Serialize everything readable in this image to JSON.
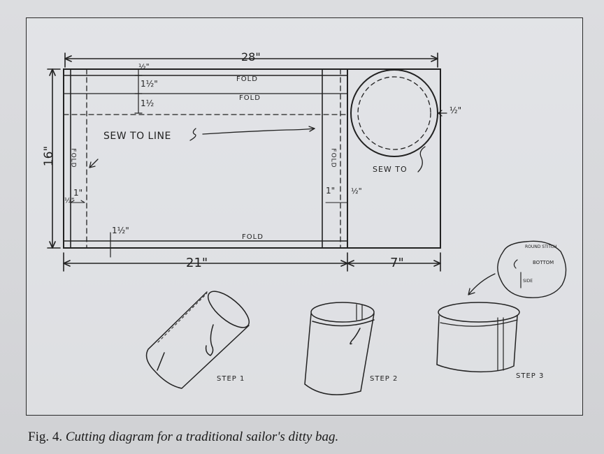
{
  "diagram": {
    "dimensions": {
      "width_total": "28\"",
      "height": "16\"",
      "width_body": "21\"",
      "width_circle": "7\"",
      "hem_top": "½\"",
      "fold_1": "1½\"",
      "fold_2": "1½",
      "seam_left": "1\"",
      "seam_left_small": "½\"",
      "seam_right": "1\"",
      "seam_right_small": "½\"",
      "bottom_hem": "1½\"",
      "circle_seam": "½\""
    },
    "labels": {
      "fold_top_1": "FOLD",
      "fold_top_2": "FOLD",
      "fold_bottom": "FOLD",
      "fold_left": "FOLD",
      "fold_right": "FOLD",
      "sew_to_line": "SEW TO LINE",
      "sew_to": "SEW TO",
      "round_stitch": "ROUND STITCH",
      "bottom": "BOTTOM",
      "side": "SIDE"
    },
    "steps": [
      "STEP 1",
      "STEP 2",
      "STEP 3"
    ]
  },
  "caption": {
    "prefix": "Fig. 4.",
    "text": "Cutting diagram for a traditional sailor's ditty bag."
  },
  "colors": {
    "ink": "#222222",
    "paper": "#dcdde0"
  }
}
